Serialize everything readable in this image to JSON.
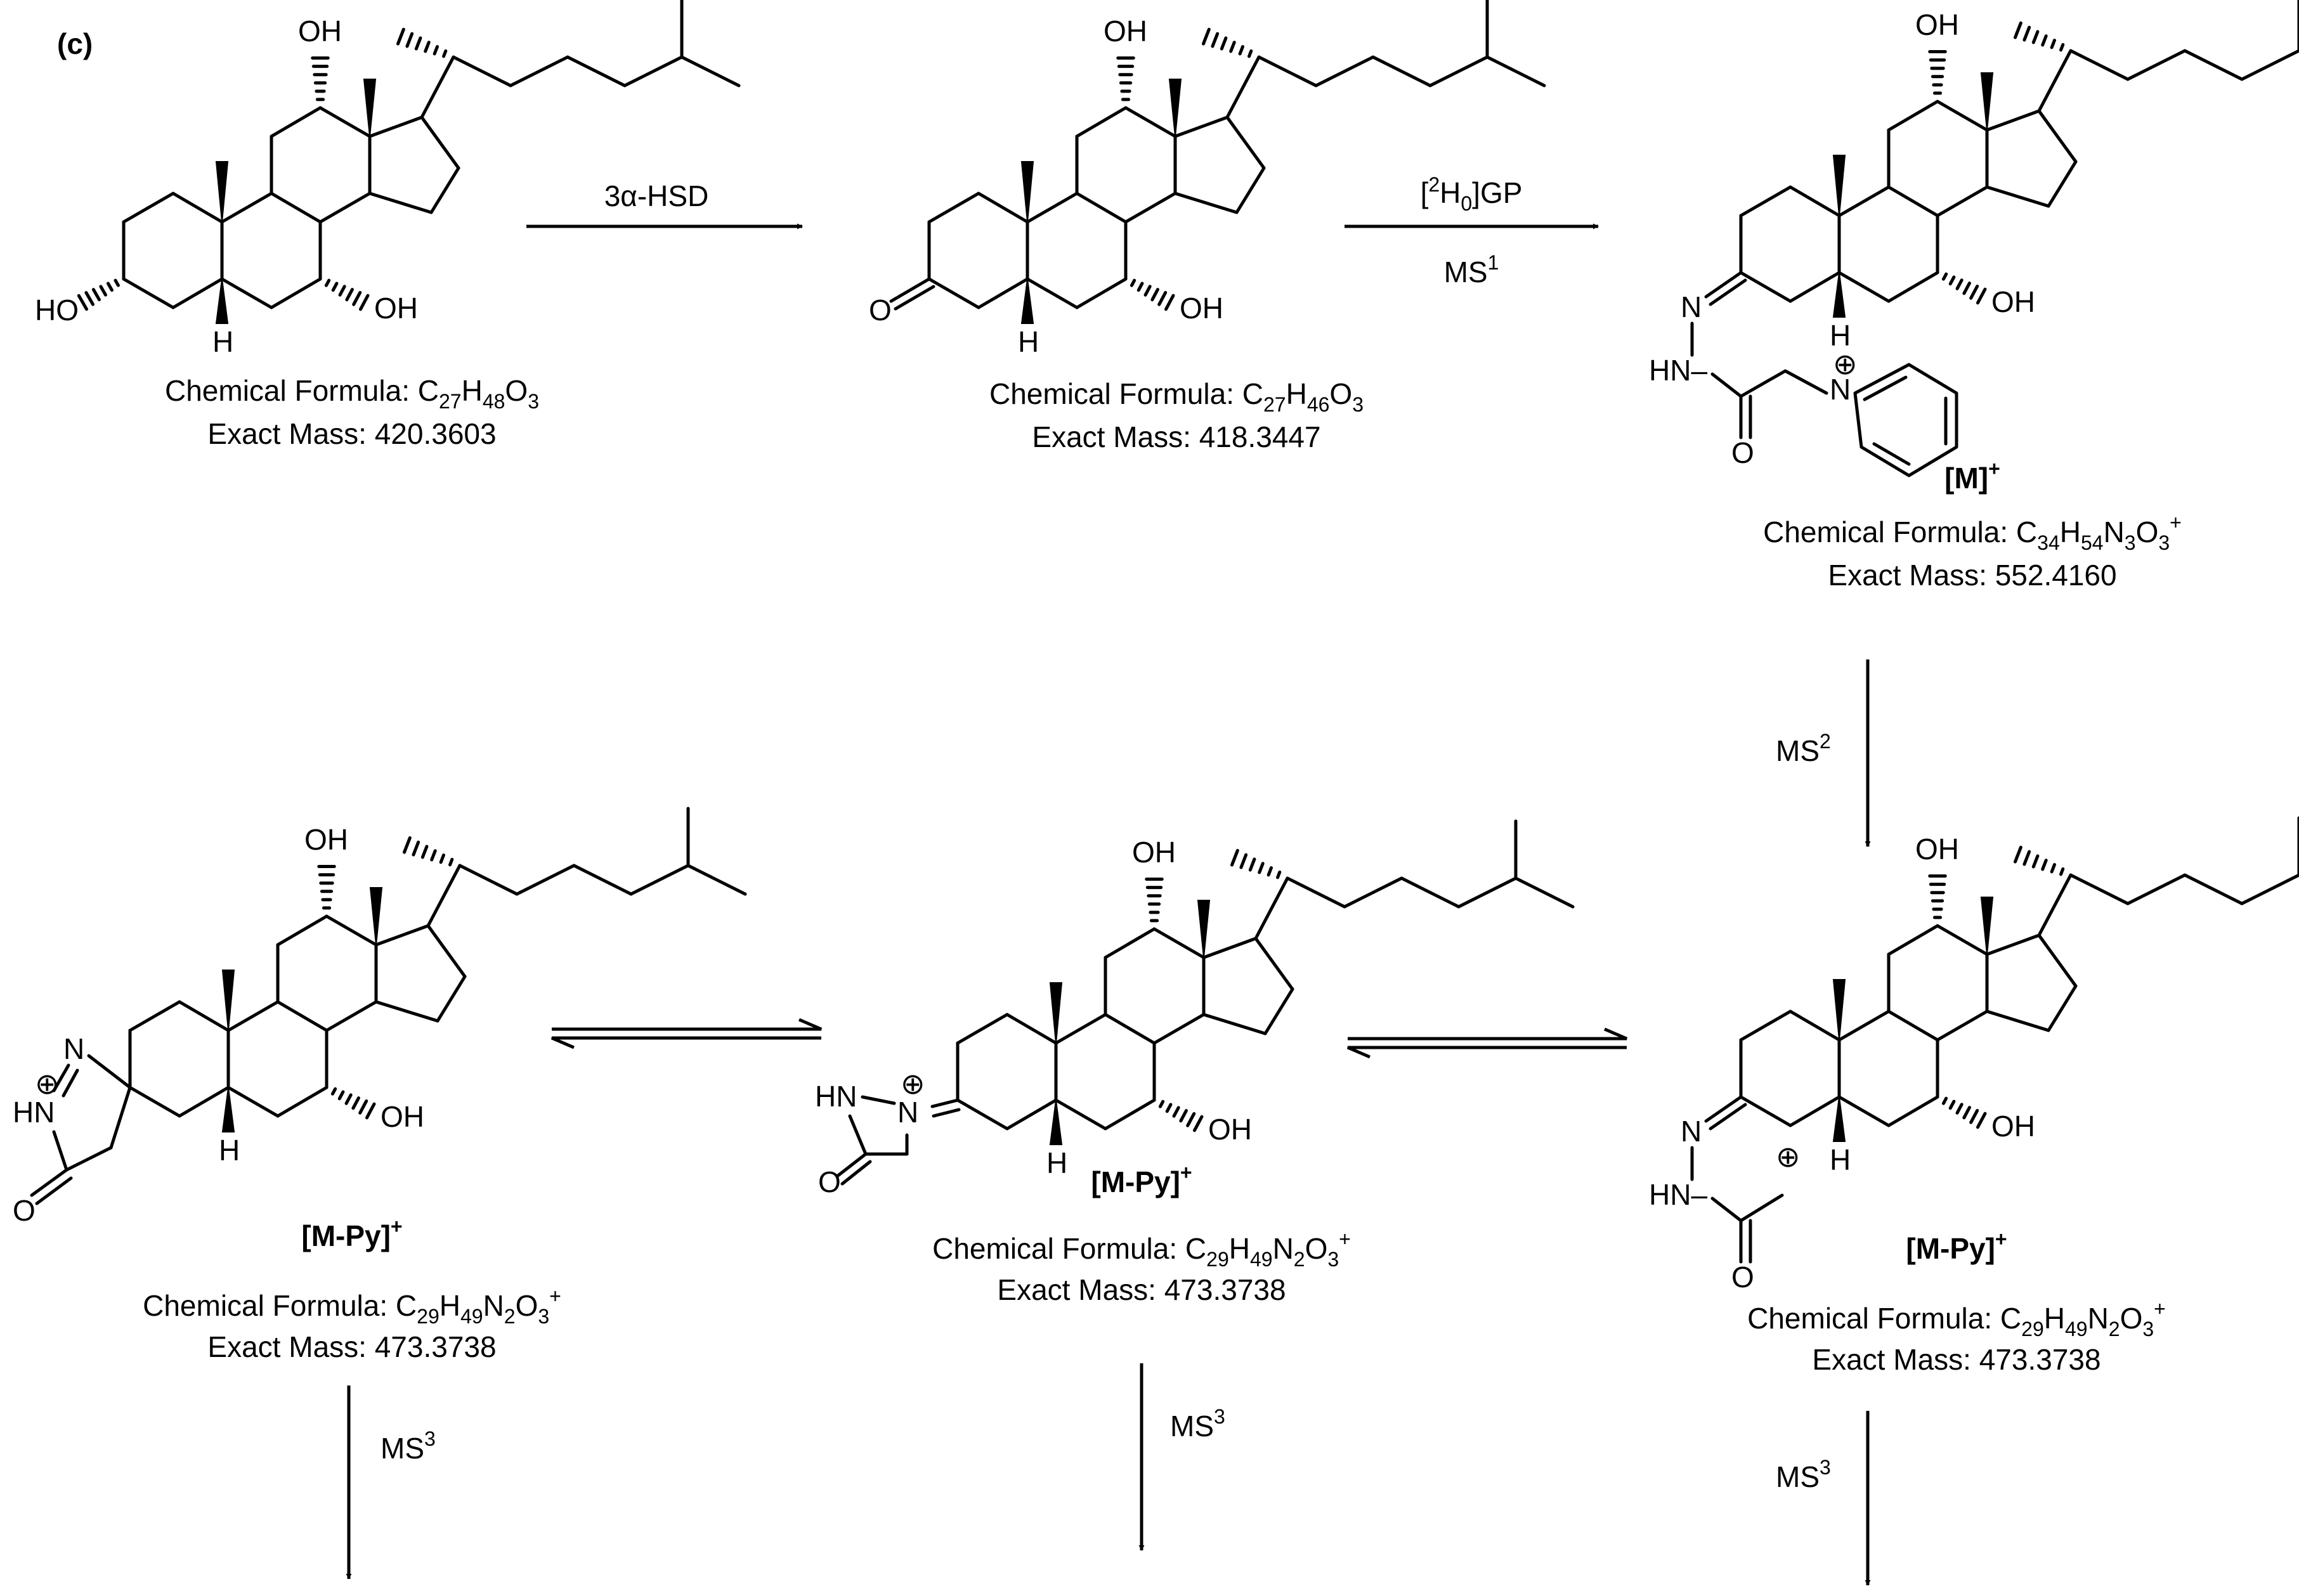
{
  "panel_label": "(c)",
  "atoms": {
    "oh": "OH",
    "ho": "HO",
    "h": "H",
    "o": "O",
    "n": "N",
    "hn": "HN",
    "hn_dash": "HN–",
    "plus": "⊕"
  },
  "arrows": {
    "a1_label": "3α-HSD",
    "a2_label_top_base": "[",
    "a2_label_top_sup": "2",
    "a2_label_top_mid": "H",
    "a2_label_top_sub": "0",
    "a2_label_top_end": "]GP",
    "ms": "MS",
    "ms1_sup": "1",
    "ms2_sup": "2",
    "ms3_sup": "3"
  },
  "compounds": [
    {
      "formula_prefix": "Chemical Formula: ",
      "formula": [
        [
          "C",
          ""
        ],
        [
          "27",
          "sub"
        ],
        [
          "H",
          ""
        ],
        [
          "48",
          "sub"
        ],
        [
          "O",
          ""
        ],
        [
          "3",
          "sub"
        ]
      ],
      "mass": "Exact Mass: 420.3603"
    },
    {
      "formula_prefix": "Chemical Formula: ",
      "formula": [
        [
          "C",
          ""
        ],
        [
          "27",
          "sub"
        ],
        [
          "H",
          ""
        ],
        [
          "46",
          "sub"
        ],
        [
          "O",
          ""
        ],
        [
          "3",
          "sub"
        ]
      ],
      "mass": "Exact Mass: 418.3447"
    },
    {
      "label": "[M]",
      "label_sup": "+",
      "formula_prefix": "Chemical Formula: ",
      "formula": [
        [
          "C",
          ""
        ],
        [
          "34",
          "sub"
        ],
        [
          "H",
          ""
        ],
        [
          "54",
          "sub"
        ],
        [
          "N",
          ""
        ],
        [
          "3",
          "sub"
        ],
        [
          "O",
          ""
        ],
        [
          "3",
          "sub"
        ],
        [
          "+",
          "sup"
        ]
      ],
      "mass": "Exact Mass: 552.4160"
    },
    {
      "label": "[M-Py]",
      "label_sup": "+",
      "formula_prefix": "Chemical Formula: ",
      "formula": [
        [
          "C",
          ""
        ],
        [
          "29",
          "sub"
        ],
        [
          "H",
          ""
        ],
        [
          "49",
          "sub"
        ],
        [
          "N",
          ""
        ],
        [
          "2",
          "sub"
        ],
        [
          "O",
          ""
        ],
        [
          "3",
          "sub"
        ],
        [
          "+",
          "sup"
        ]
      ],
      "mass": "Exact Mass: 473.3738"
    },
    {
      "label": "[M-Py]",
      "label_sup": "+",
      "formula_prefix": "Chemical Formula: ",
      "formula": [
        [
          "C",
          ""
        ],
        [
          "29",
          "sub"
        ],
        [
          "H",
          ""
        ],
        [
          "49",
          "sub"
        ],
        [
          "N",
          ""
        ],
        [
          "2",
          "sub"
        ],
        [
          "O",
          ""
        ],
        [
          "3",
          "sub"
        ],
        [
          "+",
          "sup"
        ]
      ],
      "mass": "Exact Mass: 473.3738"
    },
    {
      "label": "[M-Py]",
      "label_sup": "+",
      "formula_prefix": "Chemical Formula: ",
      "formula": [
        [
          "C",
          ""
        ],
        [
          "29",
          "sub"
        ],
        [
          "H",
          ""
        ],
        [
          "49",
          "sub"
        ],
        [
          "N",
          ""
        ],
        [
          "2",
          "sub"
        ],
        [
          "O",
          ""
        ],
        [
          "3",
          "sub"
        ],
        [
          "+",
          "sup"
        ]
      ],
      "mass": "Exact Mass: 473.3738"
    }
  ]
}
